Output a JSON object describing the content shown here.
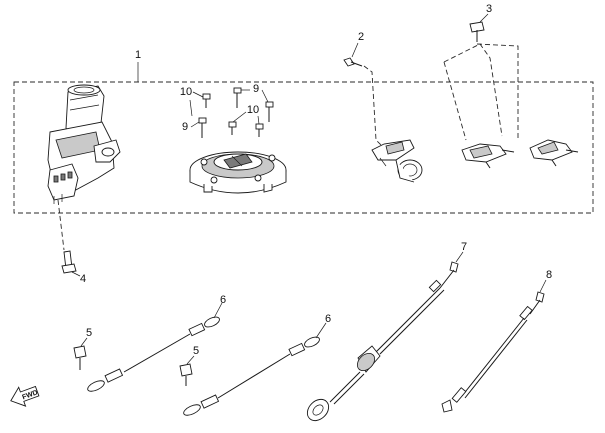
{
  "callouts": {
    "c1": "1",
    "c2": "2",
    "c3": "3",
    "c4": "4",
    "c5a": "5",
    "c5b": "5",
    "c6a": "6",
    "c6b": "6",
    "c7": "7",
    "c8": "8",
    "c9a": "9",
    "c9b": "9",
    "c10a": "10",
    "c10b": "10"
  },
  "direction_label": "FWD",
  "colors": {
    "line": "#1a1a1a",
    "fill": "#ffffff",
    "shade": "#c9c9c9"
  }
}
